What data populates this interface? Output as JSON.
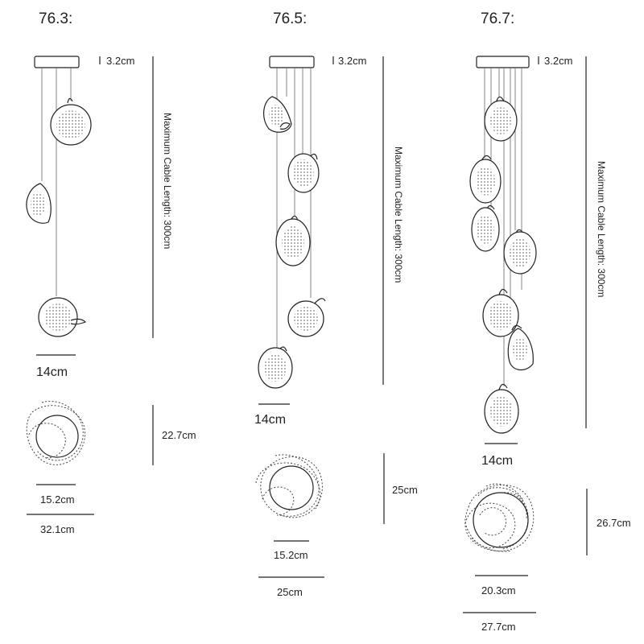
{
  "columns": [
    {
      "model": "76.3:",
      "canopy_height": "3.2cm",
      "max_cable": "Maximum Cable Length: 300cm",
      "shade_width": "14cm",
      "plan_height": "22.7cm",
      "plan_inner": "15.2cm",
      "plan_outer": "32.1cm"
    },
    {
      "model": "76.5:",
      "canopy_height": "3.2cm",
      "max_cable": "Maximum Cable Length: 300cm",
      "shade_width": "14cm",
      "plan_height": "25cm",
      "plan_inner": "15.2cm",
      "plan_outer": "25cm"
    },
    {
      "model": "76.7:",
      "canopy_height": "3.2cm",
      "max_cable": "Maximum Cable Length: 300cm",
      "shade_width": "14cm",
      "plan_height": "26.7cm",
      "plan_inner": "20.3cm",
      "plan_outer": "27.7cm"
    }
  ]
}
